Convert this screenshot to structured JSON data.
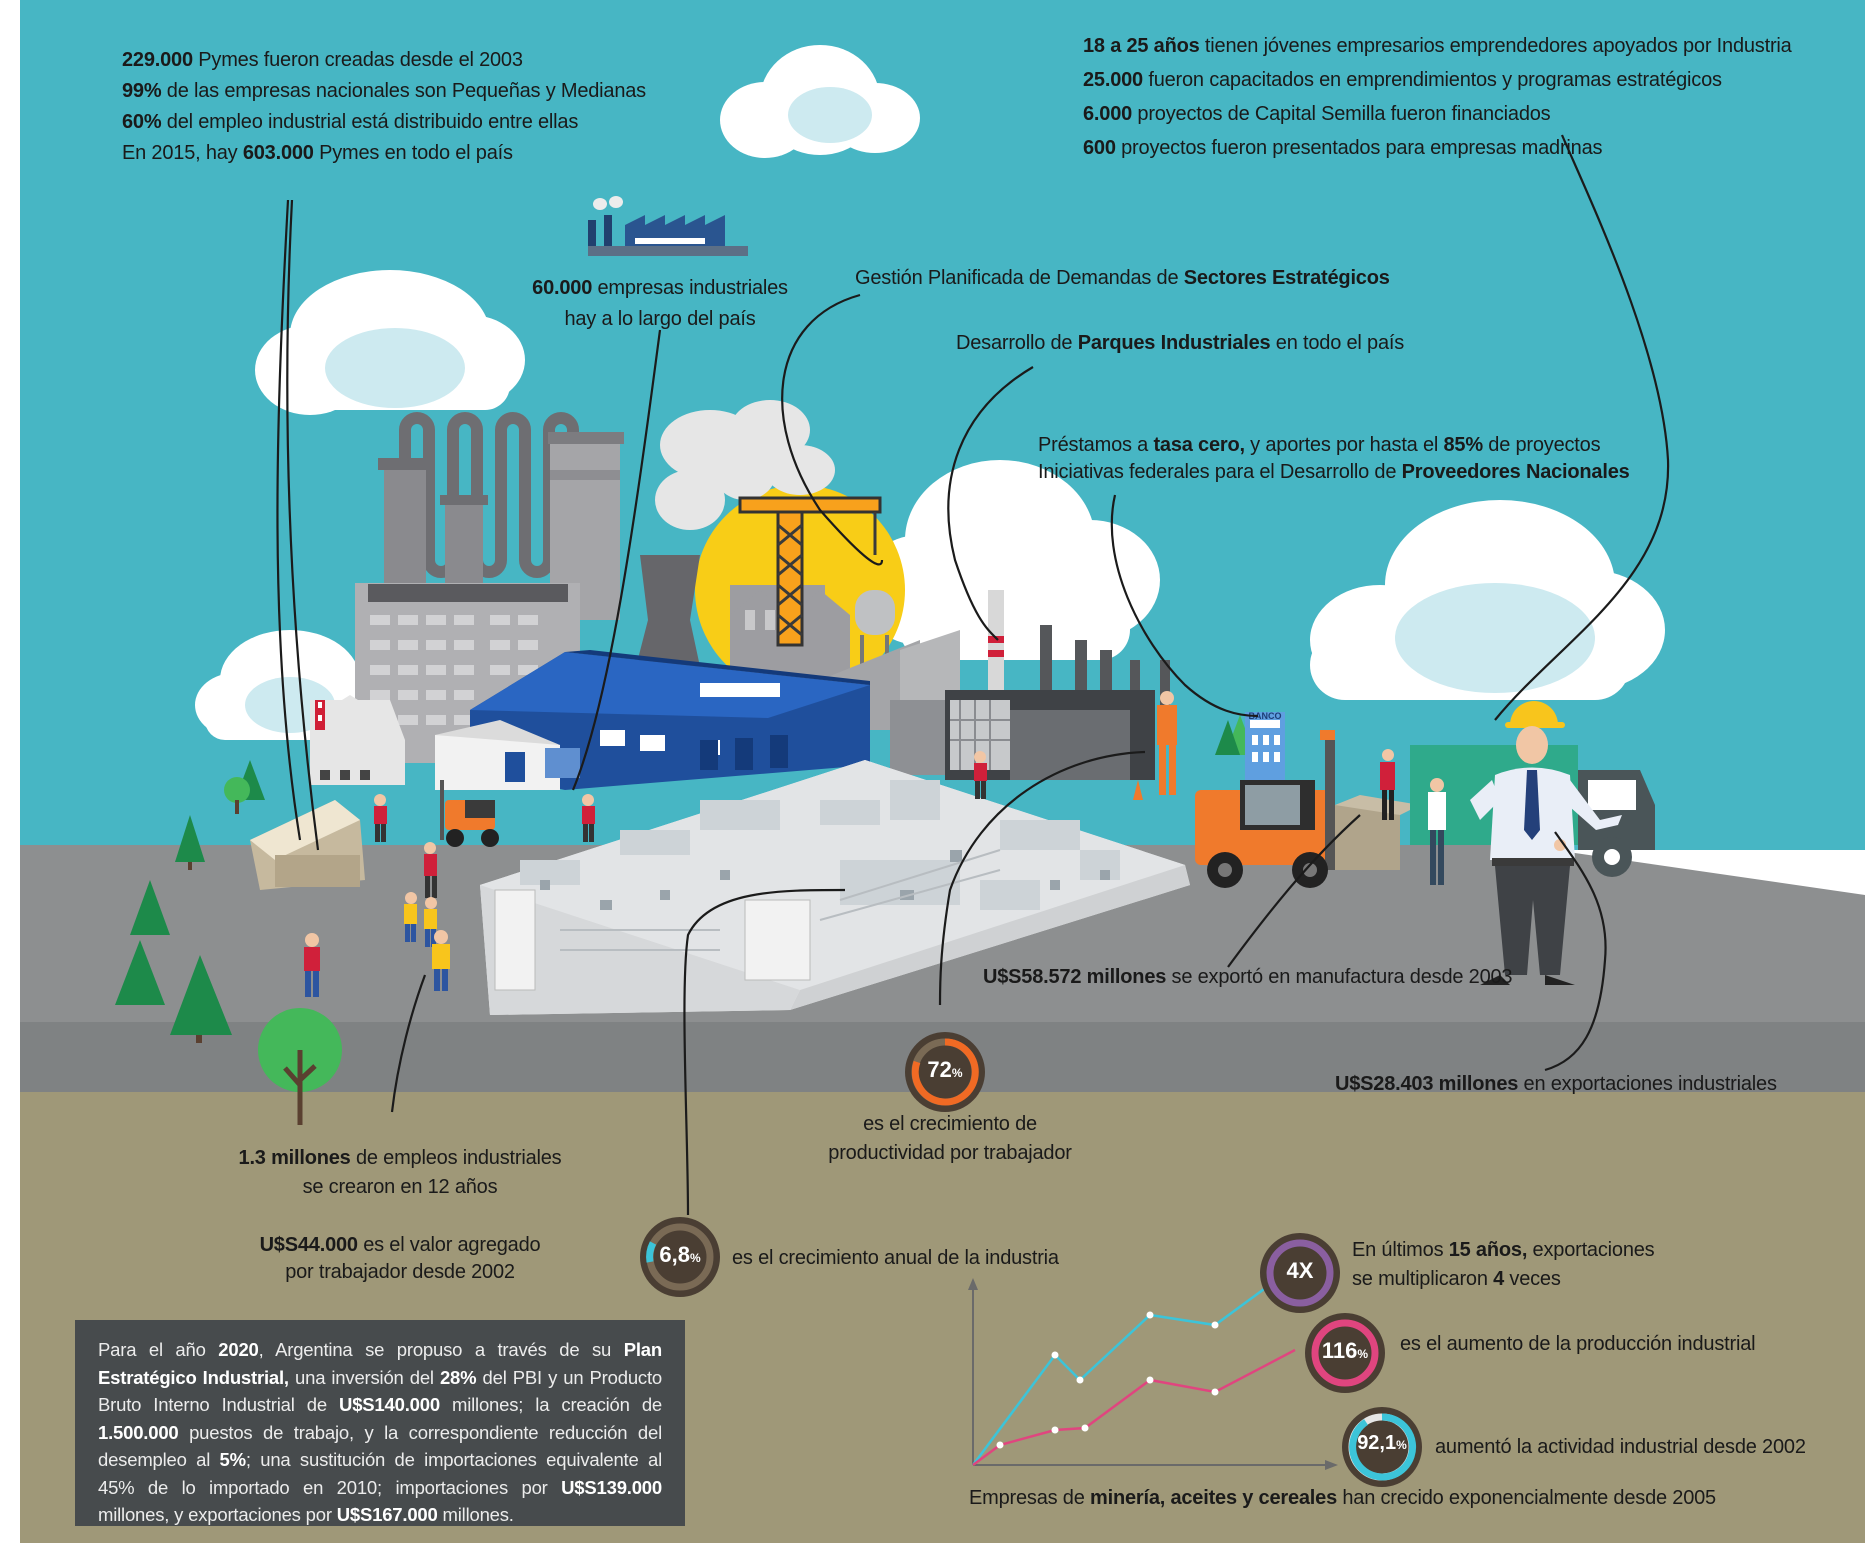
{
  "colors": {
    "sky": "#47b6c4",
    "road": "#8b8d8e",
    "ground": "#9f9878",
    "cloud": "#ffffff",
    "cloud_inner": "#cdeaf0",
    "warehouse_blue": "#1f4f9c",
    "orange": "#f06a24",
    "pink": "#e0457f",
    "cyan": "#3cc4d9",
    "badge_dark": "#4a3e33",
    "box_dark": "#474b4d"
  },
  "stats": {
    "pymes": {
      "l1_b": "229.000",
      "l1_r": " Pymes fueron creadas desde el 2003",
      "l2_b": "99%",
      "l2_r": " de las empresas nacionales son Pequeñas y Medianas",
      "l3_b": "60%",
      "l3_r": " del empleo industrial está distribuido entre ellas",
      "l4_a": "En 2015, hay ",
      "l4_b": "603.000",
      "l4_r": " Pymes en todo el país"
    },
    "jovenes": {
      "l1_b": "18 a 25 años",
      "l1_r": " tienen jóvenes empresarios emprendedores apoyados por Industria",
      "l2_b": "25.000",
      "l2_r": " fueron capacitados en emprendimientos y programas estratégicos",
      "l3_b": "6.000",
      "l3_r": " proyectos de Capital Semilla fueron financiados",
      "l4_b": "600",
      "l4_r": " proyectos fueron presentados para empresas madrinas"
    },
    "empresas": {
      "b": "60.000",
      "r": " empresas industriales",
      "l2": "hay a lo largo del país"
    },
    "gestion": {
      "a": "Gestión Planificada de Demandas de ",
      "b": "Sectores Estratégicos"
    },
    "parques": {
      "a": "Desarrollo de ",
      "b": "Parques Industriales",
      "r": " en todo el país"
    },
    "prestamos": {
      "l1_a": "Préstamos a ",
      "l1_b": "tasa cero,",
      "l1_m": " y aportes por hasta el ",
      "l1_b2": "85%",
      "l1_r": " de proyectos",
      "l2_a": "Iniciativas federales para el Desarrollo de ",
      "l2_b": "Proveedores Nacionales"
    },
    "exporto": {
      "b": "U$S58.572 millones",
      "r": " se exportó en manufactura desde 2003"
    },
    "exportaciones": {
      "b": "U$S28.403 millones",
      "r": " en exportaciones industriales"
    },
    "productividad": {
      "badge_num": "72",
      "badge_unit": "%",
      "l1": "es el crecimiento de",
      "l2": "productividad por trabajador"
    },
    "empleos": {
      "b": "1.3 millones",
      "r": " de empleos industriales",
      "l2": "se crearon en 12 años"
    },
    "valor": {
      "b": "U$S44.000",
      "r": " es el valor agregado",
      "l2": "por trabajador desde 2002"
    },
    "crecimiento": {
      "badge_num": "6,8",
      "badge_unit": "%",
      "text": "es el crecimiento anual de la industria"
    },
    "exportaciones_4x": {
      "badge": "4X",
      "l1_a": "En últimos ",
      "l1_b": "15 años,",
      "l1_r": " exportaciones",
      "l2_a": "se multiplicaron ",
      "l2_b": "4",
      "l2_r": " veces"
    },
    "produccion": {
      "badge_num": "116",
      "badge_unit": "%",
      "text": "es el aumento de la producción industrial"
    },
    "actividad": {
      "badge_num": "92,1",
      "badge_unit": "%",
      "text": "aumentó la actividad industrial desde 2002"
    },
    "mineria": {
      "a": "Empresas de ",
      "b": "minería, aceites y cereales",
      "r": " han crecido exponencialmente desde 2005"
    }
  },
  "plan": {
    "t1": "Para el año ",
    "b1": "2020",
    "t2": ", Argentina se propuso a través de su ",
    "b2": "Plan Estratégico Industrial,",
    "t3": " una inversión del ",
    "b3": "28%",
    "t4": " del PBI y un Producto Bruto Interno Industrial de ",
    "b4": "U$S140.000",
    "t5": " millones; la creación de ",
    "b5": "1.500.000",
    "t6": " puestos de trabajo, y la correspondiente reducción del desempleo al ",
    "b6": "5%",
    "t7": "; una sustitución de importaciones equivalente al 45% de lo importado en 2010; importaciones por ",
    "b7": "U$S139.000",
    "t8": " millones, y exportaciones por ",
    "b8": "U$S167.000",
    "t9": " millones."
  },
  "scene_labels": {
    "banco": "BANCO"
  }
}
